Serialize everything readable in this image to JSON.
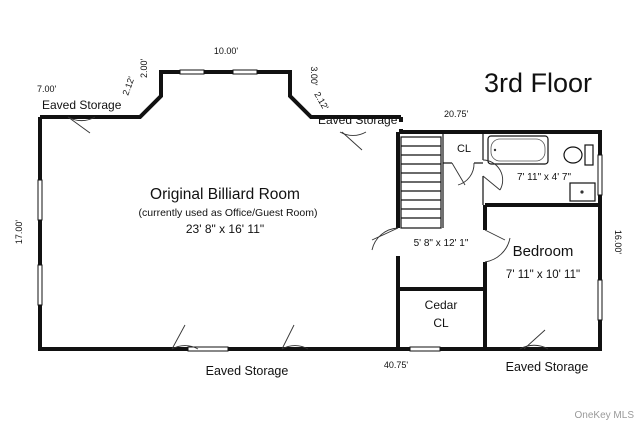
{
  "floor_title": "3rd Floor",
  "dimensions": {
    "top_center": "10.00'",
    "top_left": "7.00'",
    "diag_left_a": "2.12'",
    "diag_left_b": "2.00'",
    "right_short": "3.00'",
    "diag_right": "2.12'",
    "top_right": "20.75'",
    "left_height": "17.00'",
    "bottom_width": "40.75'",
    "right_height": "16.00'"
  },
  "rooms": {
    "billiard_name": "Original Billiard Room",
    "billiard_note": "(currently used as Office/Guest Room)",
    "billiard_size": "23' 8\" x 16' 11\"",
    "closet": "CL",
    "bath_size": "7' 11\" x 4' 7\"",
    "hall_size": "5' 8\" x 12' 1\"",
    "bedroom_name": "Bedroom",
    "bedroom_size": "7' 11\" x 10' 11\"",
    "cedar_line1": "Cedar",
    "cedar_line2": "CL"
  },
  "storage": {
    "top_left": "Eaved Storage",
    "top_mid": "Eaved Storage",
    "bottom_mid": "Eaved Storage",
    "bottom_right": "Eaved Storage"
  },
  "watermark": "OneKey MLS"
}
